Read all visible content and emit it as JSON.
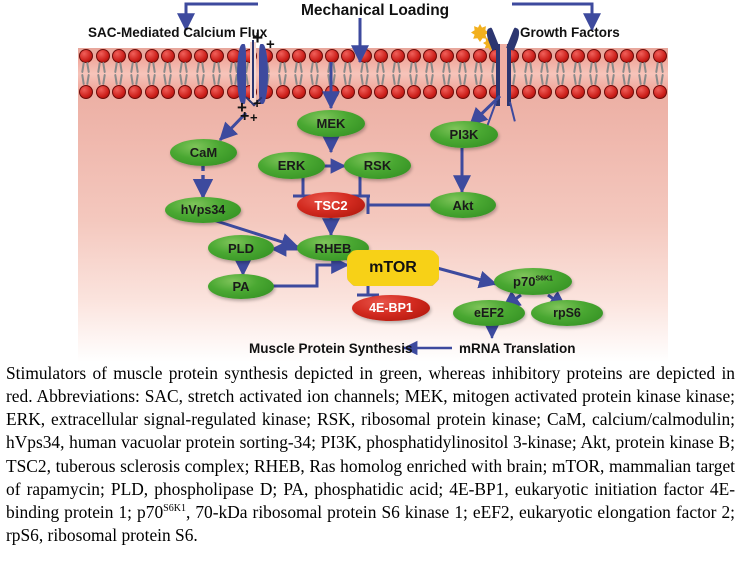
{
  "figure": {
    "top_labels": [
      {
        "id": "sac-flux",
        "text": "SAC-Mediated Calcium Flux"
      },
      {
        "id": "mechanical-loading",
        "text": "Mechanical Loading"
      },
      {
        "id": "growth-factors",
        "text": "Growth Factors"
      }
    ],
    "bottom_labels": [
      {
        "id": "muscle-protein-synthesis",
        "text": "Muscle Protein Synthesis"
      },
      {
        "id": "mrna-translation",
        "text": "mRNA Translation"
      }
    ],
    "nodes": [
      {
        "id": "mek",
        "label": "MEK",
        "color": "green"
      },
      {
        "id": "pi3k",
        "label": "PI3K",
        "color": "green"
      },
      {
        "id": "cam",
        "label": "CaM",
        "color": "green"
      },
      {
        "id": "erk",
        "label": "ERK",
        "color": "green"
      },
      {
        "id": "rsk",
        "label": "RSK",
        "color": "green"
      },
      {
        "id": "hvps34",
        "label": "hVps34",
        "color": "green"
      },
      {
        "id": "tsc2",
        "label": "TSC2",
        "color": "red"
      },
      {
        "id": "akt",
        "label": "Akt",
        "color": "green"
      },
      {
        "id": "pld",
        "label": "PLD",
        "color": "green"
      },
      {
        "id": "rheb",
        "label": "RHEB",
        "color": "green"
      },
      {
        "id": "pa",
        "label": "PA",
        "color": "green"
      },
      {
        "id": "mtor",
        "label": "mTOR",
        "color": "yellow"
      },
      {
        "id": "p70s6k1",
        "label": "p70",
        "sup": "S6K1",
        "color": "green"
      },
      {
        "id": "4ebp1",
        "label": "4E-BP1",
        "color": "red"
      },
      {
        "id": "eef2",
        "label": "eEF2",
        "color": "green"
      },
      {
        "id": "rps6",
        "label": "rpS6",
        "color": "green"
      }
    ],
    "ion_symbols": "+",
    "colors": {
      "stimulator_green": "#4aa832",
      "inhibitor_red": "#d32b20",
      "mtor_yellow": "#f7d117",
      "arrow_blue": "#3d4a9e",
      "membrane_head_red": "#cc1f1a",
      "cytoplasm_pink": "#efb3a7"
    }
  },
  "caption": {
    "part1": "Stimulators of muscle protein synthesis depicted in green, whereas inhibitory proteins are depicted in red. Abbreviations: SAC, stretch activated ion channels; MEK, mitogen activated protein kinase kinase; ERK, extracellular signal-regulated kinase; RSK, ribosomal protein kinase; CaM, calcium/calmodulin; hVps34, human vacuolar protein sorting-34; PI3K, phosphatidylinositol 3-kinase; Akt, protein kinase B; TSC2, tuberous sclerosis complex; RHEB, Ras homolog enriched with brain; mTOR, mammalian target of rapamycin; PLD, phospholipase D; PA, phosphatidic acid; 4E-BP1, eukaryotic initiation factor 4E-binding protein 1; p70",
    "sup": "S6K1",
    "part2": ", 70-kDa ribosomal protein S6 kinase 1; eEF2, eukaryotic elongation factor 2; rpS6, ribosomal protein S6."
  }
}
